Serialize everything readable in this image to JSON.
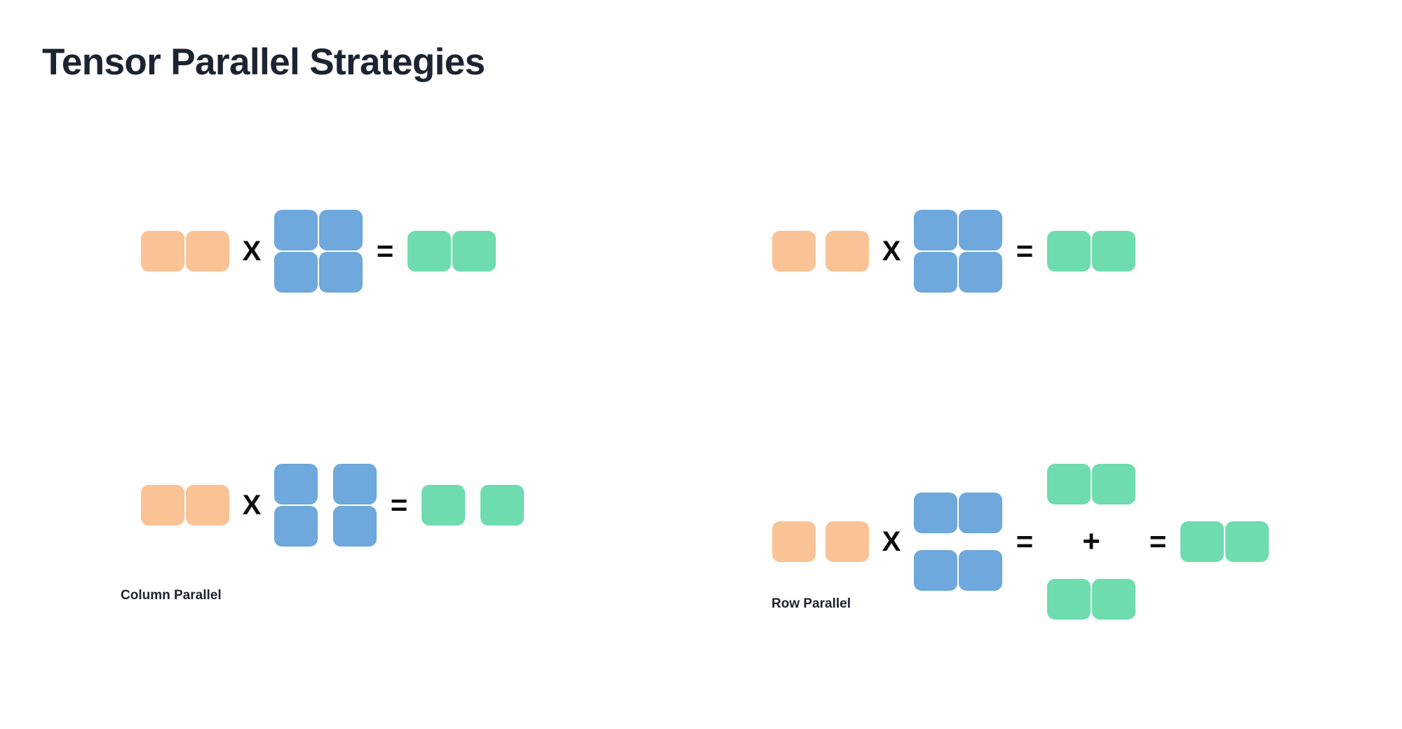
{
  "page": {
    "title": "Tensor Parallel Strategies",
    "background_color": "#ffffff"
  },
  "colors": {
    "input_orange": "#fac396",
    "weight_blue": "#6ea8dc",
    "output_green": "#6edcaf",
    "operator_black": "#0d0d0d",
    "title_navy": "#1b2430"
  },
  "operators": {
    "times": "X",
    "equals": "=",
    "plus": "+"
  },
  "panels": [
    {
      "id": "column-parallel",
      "label": "Column Parallel",
      "rows": [
        {
          "id": "column-parallel-unsharded",
          "description": "unsharded matrix multiplication",
          "input": {
            "color": "orange",
            "rows": 1,
            "cols": 2,
            "col_gap": 0
          },
          "weight": {
            "color": "blue",
            "rows": 2,
            "cols": 2,
            "col_gap": 0,
            "row_gap": 0
          },
          "output": {
            "color": "green",
            "rows": 1,
            "cols": 2,
            "col_gap": 0
          }
        },
        {
          "id": "column-parallel-sharded",
          "description": "weight sharded along columns, output sharded along columns",
          "input": {
            "color": "orange",
            "rows": 1,
            "cols": 2,
            "col_gap": 0
          },
          "weight": {
            "color": "blue",
            "rows": 2,
            "cols": 2,
            "col_gap": 20,
            "row_gap": 0
          },
          "output": {
            "color": "green",
            "rows": 1,
            "cols": 2,
            "col_gap": 20
          }
        }
      ]
    },
    {
      "id": "row-parallel",
      "label": "Row Parallel",
      "rows": [
        {
          "id": "row-parallel-unsharded",
          "description": "unsharded matrix multiplication",
          "input": {
            "color": "orange",
            "rows": 1,
            "cols": 2,
            "col_gap": 12
          },
          "weight": {
            "color": "blue",
            "rows": 2,
            "cols": 2,
            "col_gap": 0,
            "row_gap": 0
          },
          "output": {
            "color": "green",
            "rows": 1,
            "cols": 2,
            "col_gap": 0
          }
        },
        {
          "id": "row-parallel-sharded",
          "description": "weight sharded along rows, partial outputs summed then reduced",
          "input": {
            "color": "orange",
            "rows": 1,
            "cols": 2,
            "col_gap": 12
          },
          "weight": {
            "color": "blue",
            "rows": 2,
            "cols": 2,
            "col_gap": 0,
            "row_gap": 22
          },
          "partials": [
            {
              "color": "green",
              "rows": 1,
              "cols": 2,
              "col_gap": 0
            },
            {
              "color": "green",
              "rows": 1,
              "cols": 2,
              "col_gap": 0
            }
          ],
          "output": {
            "color": "green",
            "rows": 1,
            "cols": 2,
            "col_gap": 0
          }
        }
      ]
    }
  ]
}
